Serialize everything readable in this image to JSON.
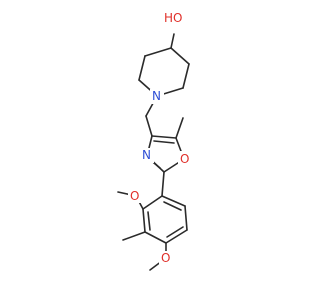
{
  "molecule": {
    "atom_labels": {
      "oh": "HO",
      "piperidine_n": "N",
      "oxazole_n": "N",
      "oxazole_o": "O",
      "methoxy_o_upper": "O",
      "methoxy_o_lower": "O"
    },
    "colors": {
      "bond": "#2b2b2b",
      "oxygen": "#e0302a",
      "nitrogen": "#2f4fd6",
      "background": "#ffffff"
    }
  }
}
